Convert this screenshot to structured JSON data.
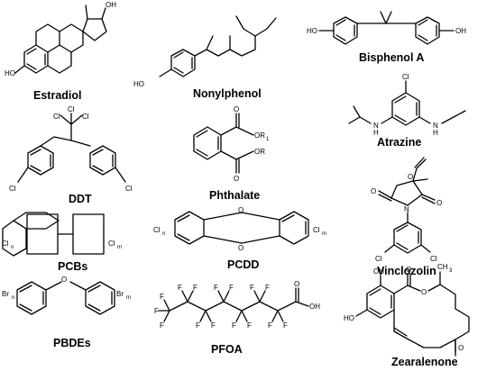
{
  "compounds": [
    {
      "name": "Estradiol",
      "labels": [
        "OH",
        "HO"
      ]
    },
    {
      "name": "Nonylphenol",
      "labels": [
        "HO"
      ]
    },
    {
      "name": "Bisphenol A",
      "labels": [
        "HO",
        "OH"
      ]
    },
    {
      "name": "DDT",
      "labels": [
        "Cl",
        "Cl",
        "Cl",
        "Cl",
        "Cl"
      ]
    },
    {
      "name": "Phthalate",
      "labels": [
        "O",
        "OR",
        "1",
        "O",
        "OR"
      ]
    },
    {
      "name": "Atrazine",
      "labels": [
        "Cl",
        "N",
        "H",
        "N",
        "H"
      ]
    },
    {
      "name": "PCBs",
      "labels": [
        "Cl",
        "n",
        "Cl",
        "m"
      ]
    },
    {
      "name": "PCDD",
      "labels": [
        "O",
        "O",
        "Cl",
        "n",
        "Cl",
        "m"
      ]
    },
    {
      "name": "Vinclozolin",
      "labels": [
        "O",
        "O",
        "N",
        "O",
        "Cl",
        "Cl"
      ]
    },
    {
      "name": "PBDEs",
      "labels": [
        "O",
        "Br",
        "n",
        "Br",
        "m"
      ]
    },
    {
      "name": "PFOA",
      "labels": [
        "F",
        "O",
        "OH"
      ]
    },
    {
      "name": "Zearalenone",
      "labels": [
        "OH",
        "O",
        "O",
        "CH",
        "3",
        "HO",
        "O"
      ]
    }
  ]
}
